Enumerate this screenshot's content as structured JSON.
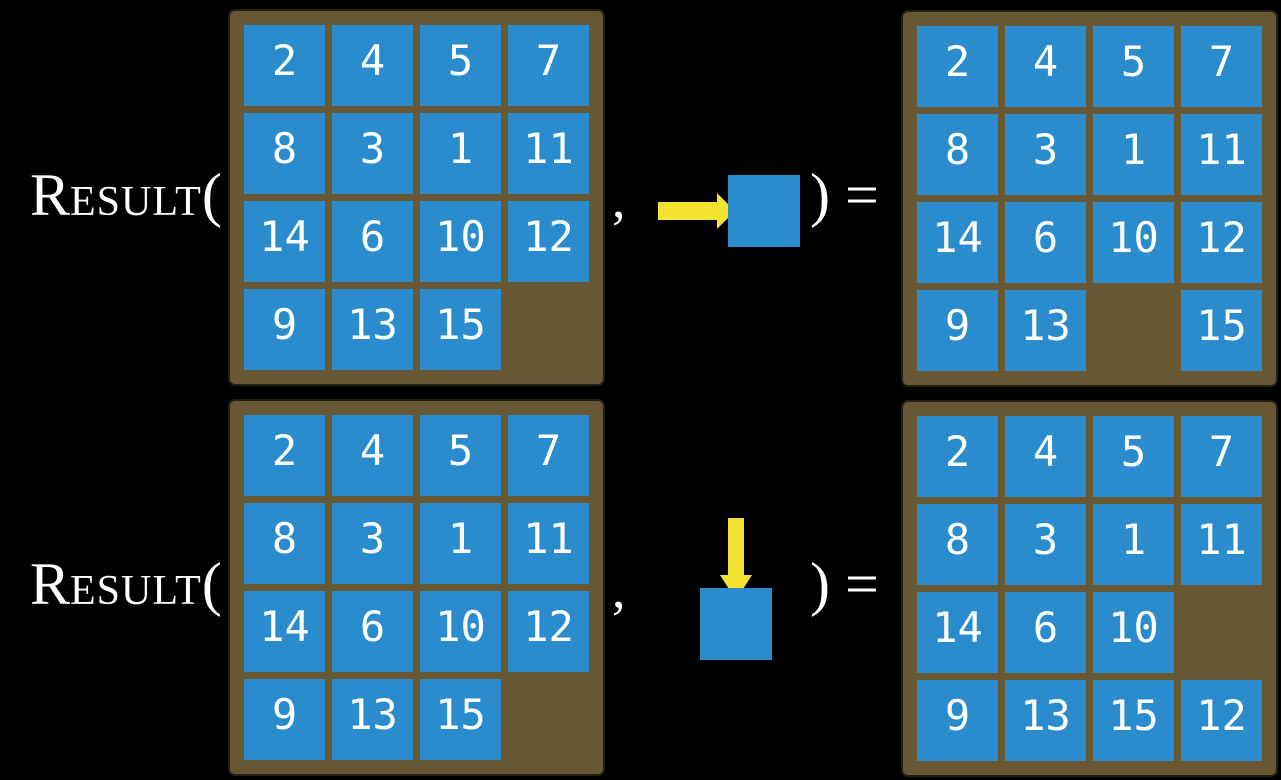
{
  "colors": {
    "background": "#000000",
    "tile_blue": "#2b8ccd",
    "frame_brown": "#675733",
    "arrow_yellow": "#f5e331",
    "text_white": "#ffffff"
  },
  "function": {
    "name_initial": "R",
    "name_rest": "ESULT",
    "open_paren": "(",
    "comma": ",",
    "close_equals": ") ="
  },
  "examples": [
    {
      "move_direction": "right",
      "input_grid": [
        [
          "2",
          "4",
          "5",
          "7"
        ],
        [
          "8",
          "3",
          "1",
          "11"
        ],
        [
          "14",
          "6",
          "10",
          "12"
        ],
        [
          "9",
          "13",
          "15",
          ""
        ]
      ],
      "result_grid": [
        [
          "2",
          "4",
          "5",
          "7"
        ],
        [
          "8",
          "3",
          "1",
          "11"
        ],
        [
          "14",
          "6",
          "10",
          "12"
        ],
        [
          "9",
          "13",
          "",
          "15"
        ]
      ]
    },
    {
      "move_direction": "down",
      "input_grid": [
        [
          "2",
          "4",
          "5",
          "7"
        ],
        [
          "8",
          "3",
          "1",
          "11"
        ],
        [
          "14",
          "6",
          "10",
          "12"
        ],
        [
          "9",
          "13",
          "15",
          ""
        ]
      ],
      "result_grid": [
        [
          "2",
          "4",
          "5",
          "7"
        ],
        [
          "8",
          "3",
          "1",
          "11"
        ],
        [
          "14",
          "6",
          "10",
          ""
        ],
        [
          "9",
          "13",
          "15",
          "12"
        ]
      ]
    }
  ]
}
